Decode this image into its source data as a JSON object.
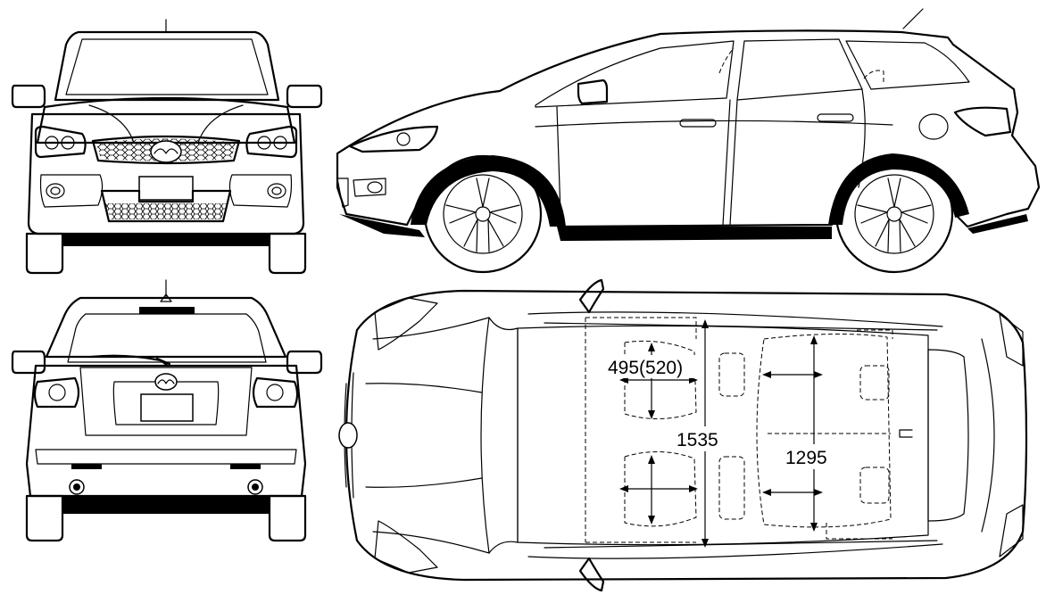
{
  "views": {
    "front": "front",
    "side": "side",
    "rear": "rear",
    "top": "top"
  },
  "dimensions": {
    "front_seat_depth": "495(520)",
    "interior_length": "1535",
    "rear_seat_width": "1295"
  },
  "colors": {
    "line": "#000000",
    "background": "#ffffff"
  }
}
